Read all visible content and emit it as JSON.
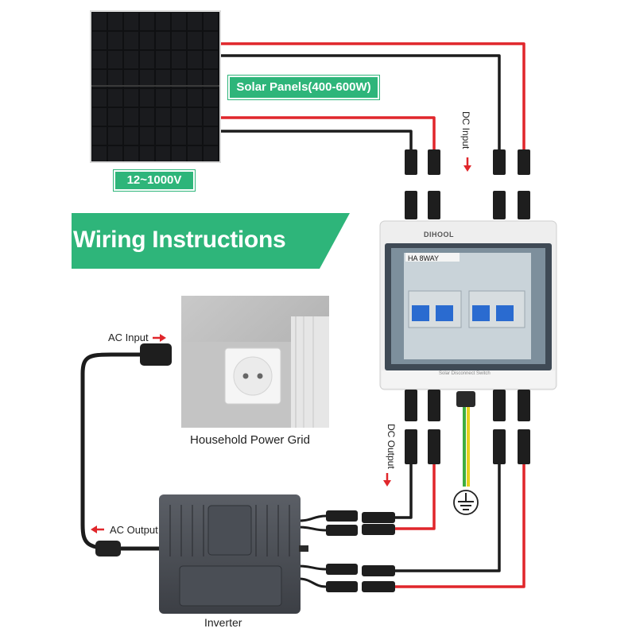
{
  "banner": {
    "title": "Wiring Instructions"
  },
  "solar_panel": {
    "label": "Solar Panels(400-600W)",
    "voltage": "12~1000V"
  },
  "combiner_box": {
    "brand": "DIHOOL",
    "model": "HA  8WAY",
    "switch_label": "Solar Disconnect Switch"
  },
  "labels": {
    "dc_input": "DC Input",
    "dc_output": "DC Output",
    "ac_input": "AC Input",
    "ac_output": "AC Output",
    "household": "Household Power Grid",
    "inverter": "Inverter"
  },
  "colors": {
    "accent_green": "#2eb57a",
    "wire_red": "#e0262b",
    "wire_black": "#1c1c1c",
    "ground_green": "#3fae3f",
    "ground_yellow": "#e6d21c",
    "arrow_red": "#e0262b"
  },
  "icons": [
    "down-arrow-icon",
    "right-arrow-icon",
    "left-arrow-icon",
    "ground-icon"
  ]
}
